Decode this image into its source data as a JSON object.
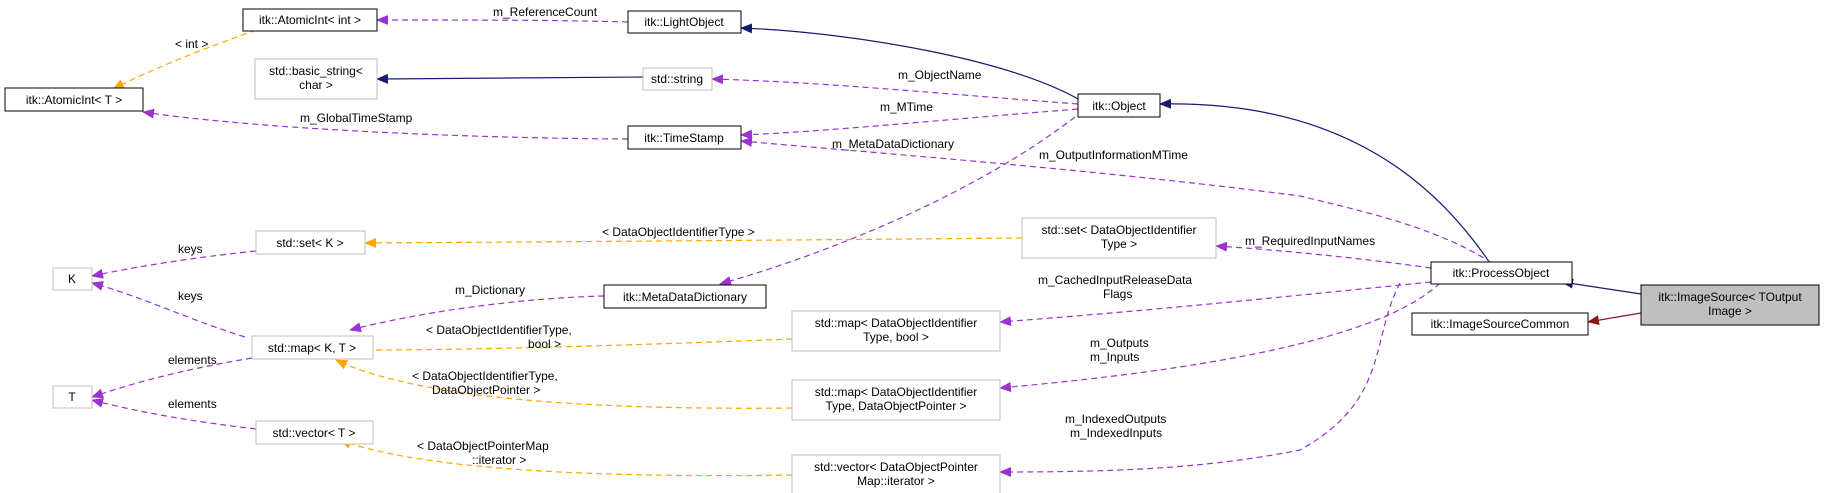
{
  "diagram": {
    "focus": "itk::ImageSource< TOutput Image >",
    "colors": {
      "inherit": "#191970",
      "member": "#9a32cd",
      "template": "#ffa500",
      "private": "#8b1a1a",
      "node_focus_fill": "#bfbfbf",
      "node_undocumented_border": "#bfbfbf"
    },
    "nodes": [
      {
        "id": "atomicint_int",
        "lines": [
          "itk::AtomicInt< int >"
        ]
      },
      {
        "id": "lightobject",
        "lines": [
          "itk::LightObject"
        ]
      },
      {
        "id": "atomicint_t",
        "lines": [
          "itk::AtomicInt< T >"
        ]
      },
      {
        "id": "basic_string",
        "lines": [
          "std::basic_string<",
          "char >"
        ]
      },
      {
        "id": "string",
        "lines": [
          "std::string"
        ]
      },
      {
        "id": "object",
        "lines": [
          "itk::Object"
        ]
      },
      {
        "id": "timestamp",
        "lines": [
          "itk::TimeStamp"
        ]
      },
      {
        "id": "set_k",
        "lines": [
          "std::set< K >"
        ]
      },
      {
        "id": "set_doit",
        "lines": [
          "std::set< DataObjectIdentifier",
          "Type >"
        ]
      },
      {
        "id": "processobject",
        "lines": [
          "itk::ProcessObject"
        ]
      },
      {
        "id": "imagesource",
        "lines": [
          "itk::ImageSource< TOutput",
          "Image >"
        ]
      },
      {
        "id": "k",
        "lines": [
          "K"
        ]
      },
      {
        "id": "metadatadictionary",
        "lines": [
          "itk::MetaDataDictionary"
        ]
      },
      {
        "id": "imagesourcecommon",
        "lines": [
          "itk::ImageSourceCommon"
        ]
      },
      {
        "id": "map_kt",
        "lines": [
          "std::map< K, T >"
        ]
      },
      {
        "id": "map_bool",
        "lines": [
          "std::map< DataObjectIdentifier",
          "Type, bool >"
        ]
      },
      {
        "id": "t",
        "lines": [
          "T"
        ]
      },
      {
        "id": "map_ptr",
        "lines": [
          "std::map< DataObjectIdentifier",
          "Type, DataObjectPointer >"
        ]
      },
      {
        "id": "vector_t",
        "lines": [
          "std::vector< T >"
        ]
      },
      {
        "id": "vector_ptr",
        "lines": [
          "std::vector< DataObjectPointer",
          "Map::iterator >"
        ]
      }
    ],
    "edges": [
      {
        "id": "e_refcount",
        "kind": "member",
        "from": "atomicint_int",
        "to": "lightobject",
        "label": [
          "m_ReferenceCount"
        ]
      },
      {
        "id": "e_int",
        "kind": "template",
        "from": "atomicint_t",
        "to": "atomicint_int",
        "label": [
          "< int >"
        ]
      },
      {
        "id": "e_lightobject",
        "kind": "inherit",
        "from": "lightobject",
        "to": "object",
        "label": []
      },
      {
        "id": "e_basicstring",
        "kind": "inherit",
        "from": "basic_string",
        "to": "string",
        "label": []
      },
      {
        "id": "e_objectname",
        "kind": "member",
        "from": "string",
        "to": "object",
        "label": [
          "m_ObjectName"
        ]
      },
      {
        "id": "e_mtime",
        "kind": "member",
        "from": "timestamp",
        "to": "object",
        "label": [
          "m_MTime"
        ]
      },
      {
        "id": "e_globaltime",
        "kind": "member",
        "from": "atomicint_t",
        "to": "timestamp",
        "label": [
          "m_GlobalTimeStamp"
        ]
      },
      {
        "id": "e_metadatadict",
        "kind": "member",
        "from": "metadatadictionary",
        "to": "object",
        "label": [
          "m_MetaDataDictionary"
        ]
      },
      {
        "id": "e_object",
        "kind": "inherit",
        "from": "object",
        "to": "processobject",
        "label": []
      },
      {
        "id": "e_outputinfo",
        "kind": "member",
        "from": "timestamp",
        "to": "processobject",
        "label": [
          "m_OutputInformationMTime"
        ]
      },
      {
        "id": "e_doitype",
        "kind": "template",
        "from": "set_k",
        "to": "set_doit",
        "label": [
          "< DataObjectIdentifierType >"
        ]
      },
      {
        "id": "e_requiredinput",
        "kind": "member",
        "from": "set_doit",
        "to": "processobject",
        "label": [
          "m_RequiredInputNames"
        ]
      },
      {
        "id": "e_keys1",
        "kind": "member",
        "from": "k",
        "to": "set_k",
        "label": [
          "keys"
        ]
      },
      {
        "id": "e_keys2",
        "kind": "member",
        "from": "k",
        "to": "map_kt",
        "label": [
          "keys"
        ]
      },
      {
        "id": "e_dictionary",
        "kind": "member",
        "from": "map_kt",
        "to": "metadatadictionary",
        "label": [
          "m_Dictionary"
        ]
      },
      {
        "id": "e_cached",
        "kind": "member",
        "from": "map_bool",
        "to": "processobject",
        "label": [
          "m_CachedInputReleaseData",
          "Flags"
        ]
      },
      {
        "id": "e_doitype_bool",
        "kind": "template",
        "from": "map_kt",
        "to": "map_bool",
        "label": [
          "< DataObjectIdentifierType,",
          "bool >"
        ]
      },
      {
        "id": "e_elements1",
        "kind": "member",
        "from": "t",
        "to": "map_kt",
        "label": [
          "elements"
        ]
      },
      {
        "id": "e_outputs",
        "kind": "member",
        "from": "map_ptr",
        "to": "processobject",
        "label": [
          "m_Outputs",
          "m_Inputs"
        ]
      },
      {
        "id": "e_doitype_ptr",
        "kind": "template",
        "from": "map_kt",
        "to": "map_ptr",
        "label": [
          "< DataObjectIdentifierType,",
          "DataObjectPointer >"
        ]
      },
      {
        "id": "e_elements2",
        "kind": "member",
        "from": "t",
        "to": "vector_t",
        "label": [
          "elements"
        ]
      },
      {
        "id": "e_indexed",
        "kind": "member",
        "from": "vector_ptr",
        "to": "processobject",
        "label": [
          "m_IndexedOutputs",
          "m_IndexedInputs"
        ]
      },
      {
        "id": "e_ptrmap",
        "kind": "template",
        "from": "vector_t",
        "to": "vector_ptr",
        "label": [
          "< DataObjectPointerMap",
          "::iterator >"
        ]
      },
      {
        "id": "e_processobject",
        "kind": "inherit",
        "from": "processobject",
        "to": "imagesource",
        "label": []
      },
      {
        "id": "e_imagesourcecommon",
        "kind": "private",
        "from": "imagesourcecommon",
        "to": "imagesource",
        "label": []
      }
    ]
  }
}
